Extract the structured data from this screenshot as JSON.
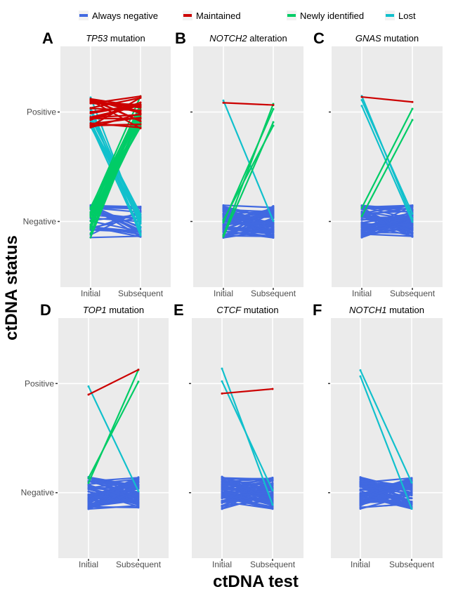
{
  "chart_data": {
    "type": "line",
    "title": "",
    "xlabel": "ctDNA test",
    "ylabel": "ctDNA status",
    "x_categories": [
      "Initial",
      "Subsequent"
    ],
    "y_categories": [
      "Negative",
      "Positive"
    ],
    "ylim": [
      -0.6,
      1.6
    ],
    "grid": true,
    "legend_position": "top",
    "legend": [
      {
        "key": "always_negative",
        "label": "Always negative",
        "color": "#4169E1"
      },
      {
        "key": "maintained",
        "label": "Maintained",
        "color": "#CC0000"
      },
      {
        "key": "newly_identified",
        "label": "Newly identified",
        "color": "#00CC66"
      },
      {
        "key": "lost",
        "label": "Lost",
        "color": "#11C0CC"
      }
    ],
    "panels": [
      {
        "letter": "A",
        "gene": "TP53",
        "suffix": " mutation",
        "counts": {
          "always_negative": 25,
          "maintained": 25,
          "newly_identified": 20,
          "lost": 12
        }
      },
      {
        "letter": "B",
        "gene": "NOTCH2",
        "suffix": " alteration",
        "counts": {
          "always_negative": 60,
          "maintained": 1,
          "newly_identified": 4,
          "lost": 1
        }
      },
      {
        "letter": "C",
        "gene": "GNAS",
        "suffix": " mutation",
        "counts": {
          "always_negative": 60,
          "maintained": 1,
          "newly_identified": 2,
          "lost": 3
        }
      },
      {
        "letter": "D",
        "gene": "TOP1",
        "suffix": " mutation",
        "counts": {
          "always_negative": 60,
          "maintained": 1,
          "newly_identified": 2,
          "lost": 1
        }
      },
      {
        "letter": "E",
        "gene": "CTCF",
        "suffix": " mutation",
        "counts": {
          "always_negative": 60,
          "maintained": 1,
          "newly_identified": 0,
          "lost": 2
        }
      },
      {
        "letter": "F",
        "gene": "NOTCH1",
        "suffix": " mutation",
        "counts": {
          "always_negative": 60,
          "maintained": 0,
          "newly_identified": 0,
          "lost": 2
        }
      }
    ]
  }
}
